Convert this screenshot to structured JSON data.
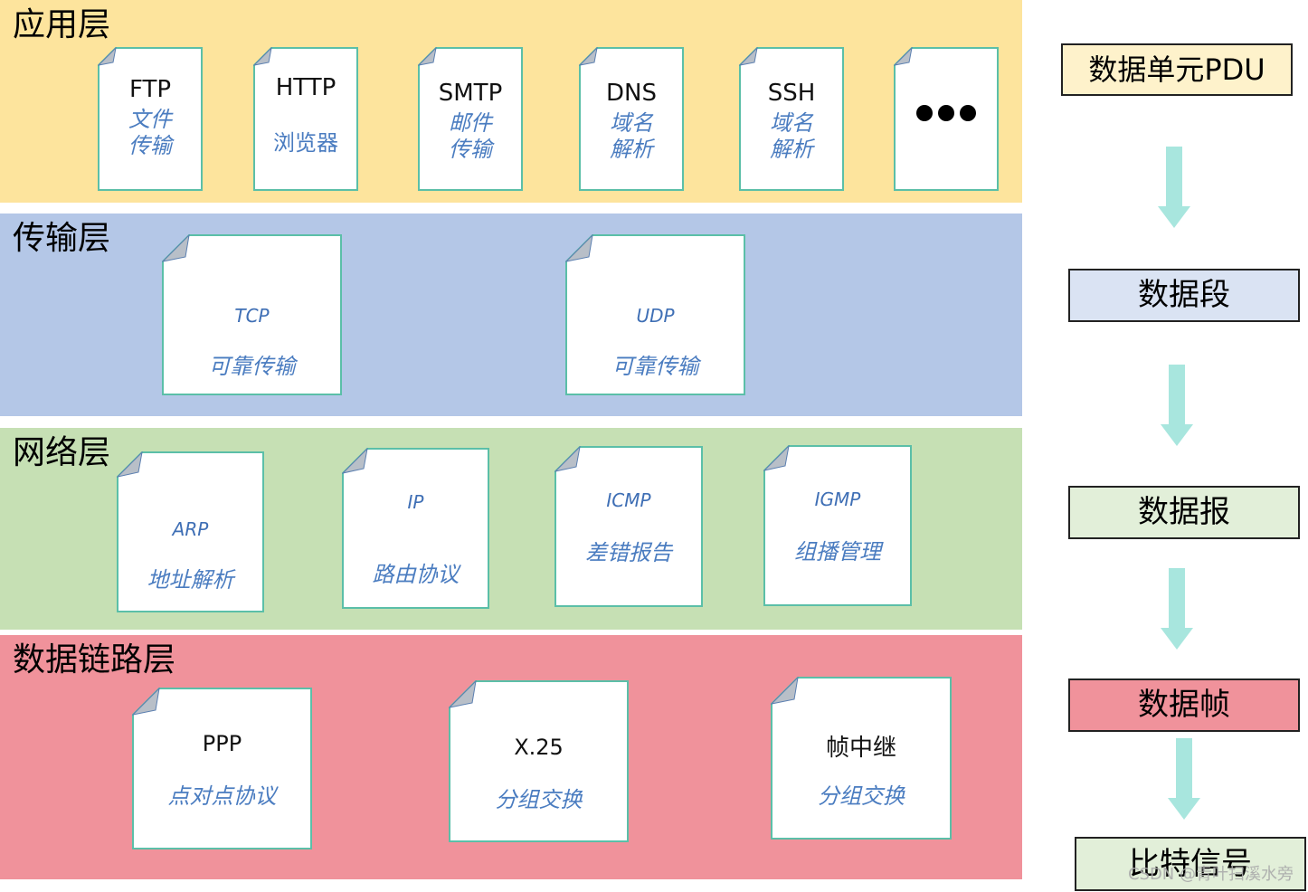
{
  "colors": {
    "application": "#fde49d",
    "transport": "#b4c7e7",
    "network": "#c6e0b4",
    "datalink": "#f0929b",
    "doc_border": "#5bbfa8",
    "doc_corner": "#b8bfc8",
    "arrow": "#a8e6de",
    "desc_text": "#4a7cc0"
  },
  "layers": {
    "application": {
      "title": "应用层",
      "protocols": [
        {
          "name": "FTP",
          "desc": "文件\n传输"
        },
        {
          "name": "HTTP",
          "desc": "浏览器"
        },
        {
          "name": "SMTP",
          "desc": "邮件\n传输"
        },
        {
          "name": "DNS",
          "desc": "域名\n解析"
        },
        {
          "name": "SSH",
          "desc": "域名\n解析"
        },
        {
          "name": "",
          "desc": "",
          "icon": "ellipsis-icon"
        }
      ]
    },
    "transport": {
      "title": "传输层",
      "protocols": [
        {
          "name": "TCP",
          "desc": "可靠传输"
        },
        {
          "name": "UDP",
          "desc": "可靠传输"
        }
      ]
    },
    "network": {
      "title": "网络层",
      "protocols": [
        {
          "name": "ARP",
          "desc": "地址解析"
        },
        {
          "name": "IP",
          "desc": "路由协议"
        },
        {
          "name": "ICMP",
          "desc": "差错报告"
        },
        {
          "name": "IGMP",
          "desc": "组播管理"
        }
      ]
    },
    "datalink": {
      "title": "数据链路层",
      "protocols": [
        {
          "name": "PPP",
          "desc": "点对点协议"
        },
        {
          "name": "X.25",
          "desc": "分组交换"
        },
        {
          "name": "帧中继",
          "desc": "分组交换"
        }
      ]
    }
  },
  "pdu": {
    "header": "数据单元PDU",
    "segment": "数据段",
    "datagram": "数据报",
    "frame": "数据帧",
    "bits": "比特信号"
  },
  "watermark": "CSDN @青叶扫溪水旁"
}
